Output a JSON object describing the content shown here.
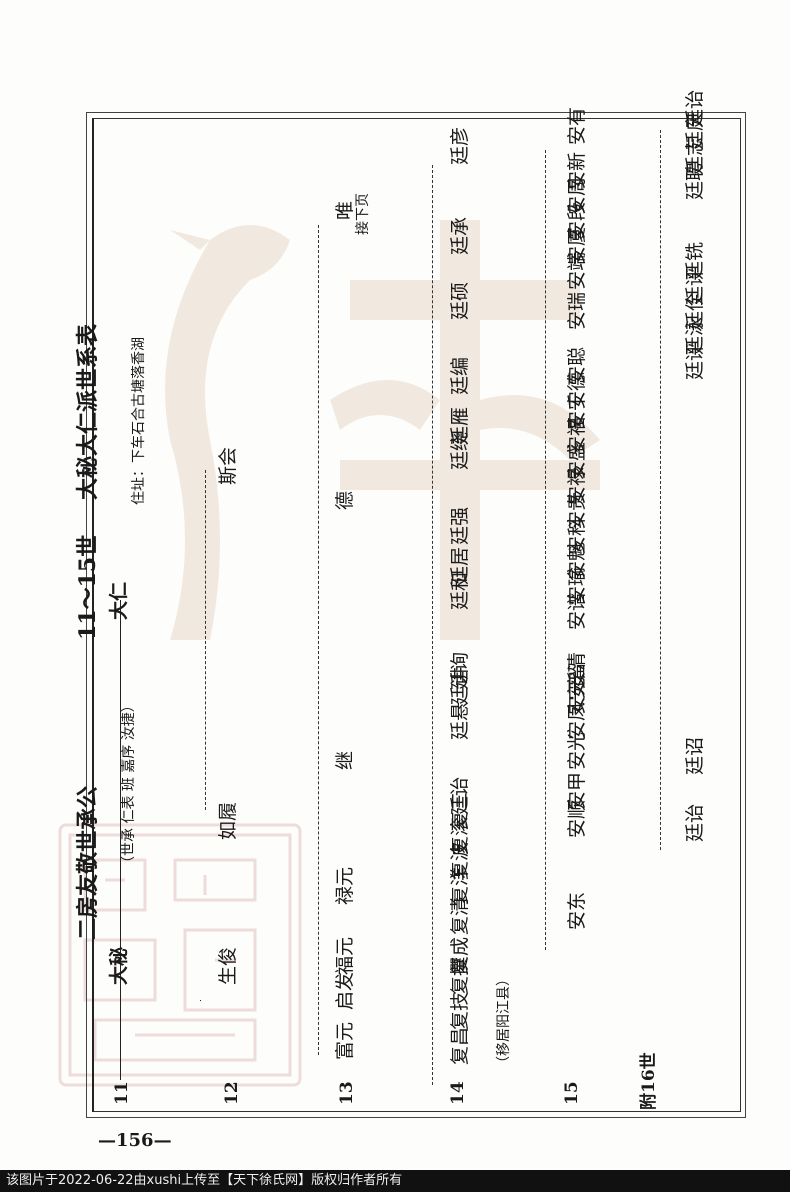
{
  "heading": {
    "left": "二房友敬世承公",
    "middle": "11～15世",
    "right": "大秘大仁派世系表"
  },
  "generations": [
    "11",
    "12",
    "13",
    "14",
    "15",
    "附16世"
  ],
  "residence_note": "住址：下车石合古塘落香湖",
  "note_dagui": "（世承 仁表 班 嘉序 汝捷）",
  "note_fuchang": "（移居阳江县）",
  "continued": "接下页",
  "page_number": "—156—",
  "footer_text": "该图片于2022-06-22由xushi上传至【天下徐氏网】版权归作者所有",
  "names": {
    "g11_a": "大秘",
    "g11_b": "大仁",
    "g12_a": "生俊",
    "g12_b": "如履",
    "g12_c": "斯会",
    "g13_a": "富元",
    "g13_b": "启发",
    "g13_c": "福元",
    "g13_d": "禄元",
    "g13_e": "继",
    "g13_f": "德",
    "g13_g": "唯",
    "g14_a": "复昌",
    "g14_b": "复技",
    "g14_c": "复撰",
    "g14_d": "复成",
    "g14_e": "复清",
    "g14_f": "复洋",
    "g14_g": "复波",
    "g14_h": "复滚",
    "g14_i": "复三",
    "g14_j": "廷诒",
    "g14_k": "廷悬",
    "g14_l": "廷讲",
    "g14_m": "廷询",
    "g14_n": "廷和",
    "g14_o": "廷居",
    "g14_p": "廷强",
    "g14_q": "廷绕",
    "g14_r": "廷雁",
    "g14_s": "廷编",
    "g14_t": "廷硕",
    "g14_u": "廷承",
    "g14_v": "廷彦",
    "g15_a": "安东",
    "g15_b": "安顺",
    "g15_c": "安甲",
    "g15_d": "安光",
    "g15_e": "安凤",
    "g15_f": "安元",
    "g15_g": "安留",
    "g15_h": "安清",
    "g15_i": "安谱",
    "g15_j": "安瑜",
    "g15_k": "安魁",
    "g15_l": "安科",
    "g15_m": "安贵",
    "g15_n": "安禄",
    "g15_o": "安盛",
    "g15_p": "安福",
    "g15_q": "安千",
    "g15_r": "安德",
    "g15_s": "安恭",
    "g15_t": "安德",
    "g15_u": "安余",
    "g15_v": "安德",
    "g15_w": "安聪",
    "g15_x": "安瑞",
    "g15_y": "安端",
    "g15_z": "安厦",
    "g15_aa": "安段",
    "g15_ab": "安周",
    "g15_ac": "安新",
    "g15_ad": "安有",
    "g16_a": "廷诒",
    "g16_b": "廷诏",
    "g16_c": "廷评",
    "g16_d": "廷泳",
    "g16_e": "廷佺",
    "g16_f": "廷评",
    "g16_g": "廷铣",
    "g16_h": "廷聘",
    "g16_i": "廷志",
    "g16_j": "廷庆",
    "g16_k": "廷诒"
  },
  "colors": {
    "ink": "#1a1a1a",
    "watermark": "#b8865a",
    "seal": "#c98a8a",
    "footer_bg": "#111111"
  }
}
